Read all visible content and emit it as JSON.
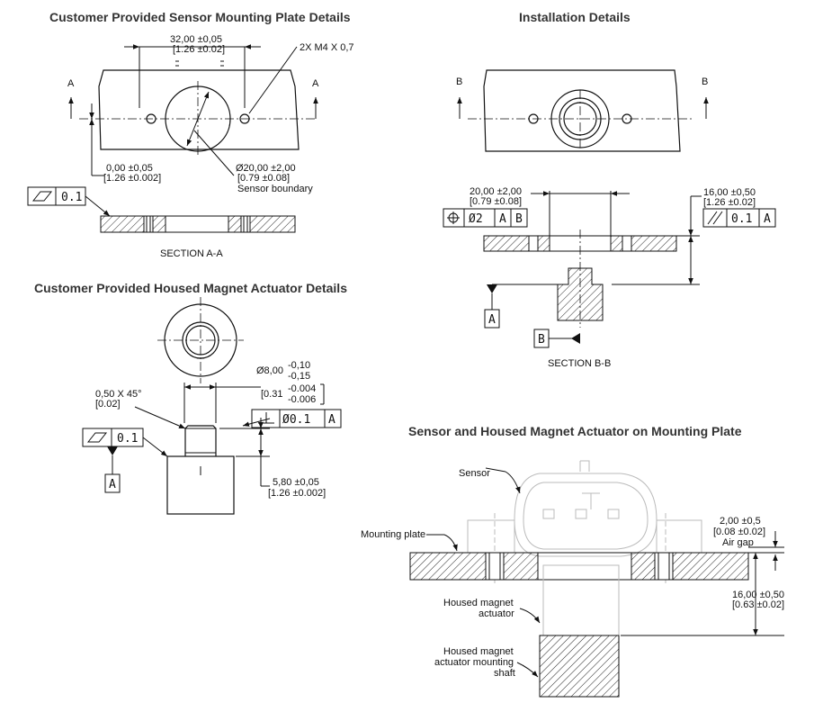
{
  "titles": {
    "mounting_plate": "Customer Provided Sensor Mounting Plate Details",
    "installation": "Installation Details",
    "magnet_actuator": "Customer Provided Housed Magnet Actuator Details",
    "assembly": "Sensor and Housed Magnet Actuator on Mounting Plate"
  },
  "plate": {
    "hole_spacing": "32,00 ±0,05",
    "hole_spacing_in": "[1.26 ±0.02]",
    "thread": "2X M4 X 0,7",
    "offset": "0,00 ±0,05",
    "offset_in": "[1.26 ±0.002]",
    "bore": "Ø20,00 ±2,00",
    "bore_in": "[0.79 ±0.08]",
    "bore_note": "Sensor boundary",
    "flatness_tol": "0.1",
    "section_letter": "A",
    "section_label": "SECTION A-A"
  },
  "install": {
    "bore": "20,00 ±2,00",
    "bore_in": "[0.79 ±0.08]",
    "position_tol": "Ø2",
    "datum_a": "A",
    "datum_b": "B",
    "height": "16,00 ±0,50",
    "height_in": "[1.26 ±0.02]",
    "parallel_tol": "0.1",
    "section_letter": "B",
    "section_label": "SECTION B-B"
  },
  "magnet": {
    "dia": "Ø8,00",
    "dia_tol_top": "-0,10",
    "dia_tol_bot": "-0,15",
    "dia_in": "[0.31",
    "dia_in_top": "-0.004",
    "dia_in_bot": "-0.006",
    "chamfer": "0,50 X 45°",
    "chamfer_in": "[0.02]",
    "perp_tol": "Ø0.1",
    "datum": "A",
    "flatness_tol": "0.1",
    "length": "5,80 ±0,05",
    "length_in": "[1.26 ±0.002]"
  },
  "assembly": {
    "sensor": "Sensor",
    "mounting_plate": "Mounting plate",
    "actuator_l1": "Housed magnet",
    "actuator_l2": "actuator",
    "shaft_l1": "Housed magnet",
    "shaft_l2": "actuator mounting",
    "shaft_l3": "shaft",
    "gap": "2,00 ±0,5",
    "gap_in": "[0.08 ±0.02]",
    "gap_note": "Air gap",
    "height": "16,00 ±0,50",
    "height_in": "[0.63 ±0.02]"
  }
}
